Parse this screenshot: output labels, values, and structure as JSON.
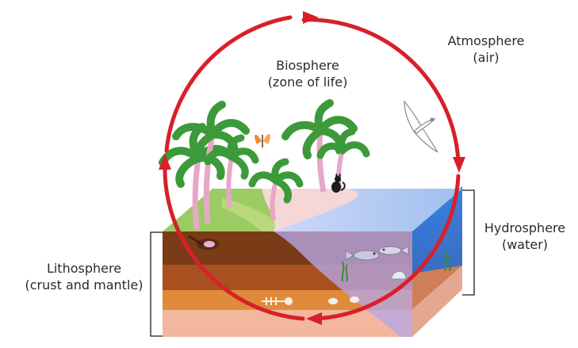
{
  "labels": {
    "biosphere": {
      "name": "Biosphere",
      "sub": "(zone of life)"
    },
    "atmosphere": {
      "name": "Atmosphere",
      "sub": "(air)"
    },
    "hydrosphere": {
      "name": "Hydrosphere",
      "sub": "(water)"
    },
    "lithosphere": {
      "name": "Lithosphere",
      "sub": "(crust and mantle)"
    }
  },
  "colors": {
    "cycle": "#d8202a",
    "water": "#3b8fe0",
    "land": "#9bcc63",
    "soil_dark": "#7a3b17",
    "soil_mid": "#a8501f",
    "soil_orange": "#e08a3c",
    "soil_pink": "#f2b79c",
    "trunk": "#e7a7c8",
    "palm": "#3d9a3a",
    "sand": "#f5d7d7"
  },
  "icons": [
    "palm-tree-icon",
    "bird-icon",
    "butterfly-icon",
    "cat-icon",
    "fish-icon",
    "shell-icon",
    "fish-skeleton-icon",
    "worm-icon",
    "seaweed-icon"
  ]
}
